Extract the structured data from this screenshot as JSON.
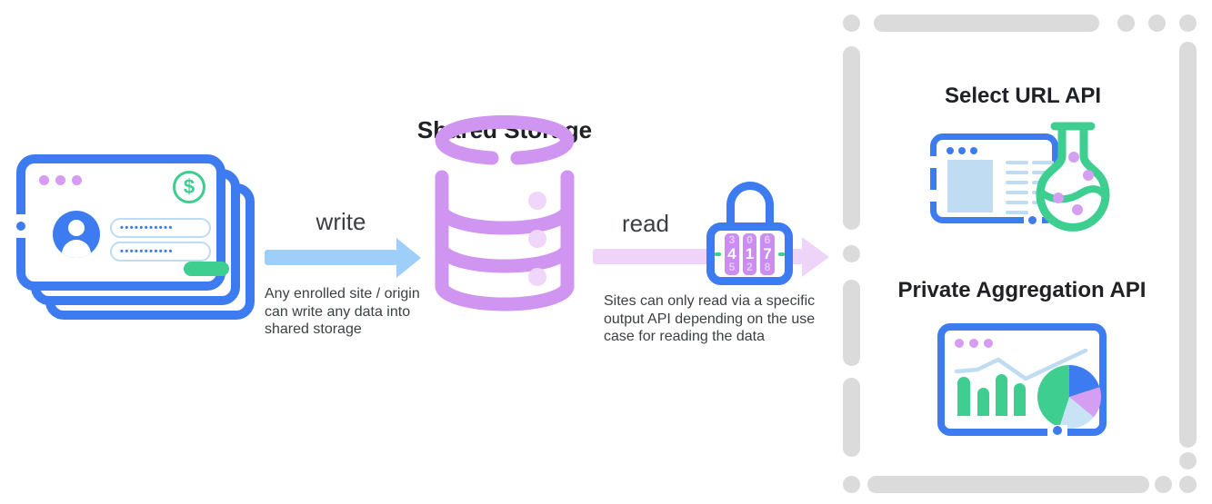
{
  "colors": {
    "blue": "#3D7CF0",
    "light_blue": "#9DCFFA",
    "pale_blue": "#BFDCF2",
    "arrow_purple": "#EDD4F8",
    "db_purple": "#D094F1",
    "pale_purple": "#F0D6FA",
    "dot_purple": "#D79BF3",
    "wheel_purple": "#CB8DEF",
    "pie_purple": "#D49FF2",
    "pie_pale": "#C8E2F6",
    "green": "#3DCE90",
    "gray": "#DBDBDB",
    "text_dark": "#202124",
    "text_body": "#3C4043"
  },
  "diagram": {
    "storage_title": "Shared Storage",
    "write_label": "write",
    "write_caption": "Any enrolled site / origin can write any data into shared storage",
    "read_label": "read",
    "read_caption": "Sites can only read via a specific output API depending on the use case for reading the data",
    "select_url_title": "Select URL API",
    "private_agg_title": "Private Aggregation API",
    "dollar_glyph": "$",
    "password_dots": "•••••••••••",
    "lock_code": [
      "4",
      "1",
      "7"
    ],
    "lock_code_above": [
      "3",
      "0",
      "6"
    ],
    "lock_code_below": [
      "5",
      "2",
      "8"
    ]
  }
}
